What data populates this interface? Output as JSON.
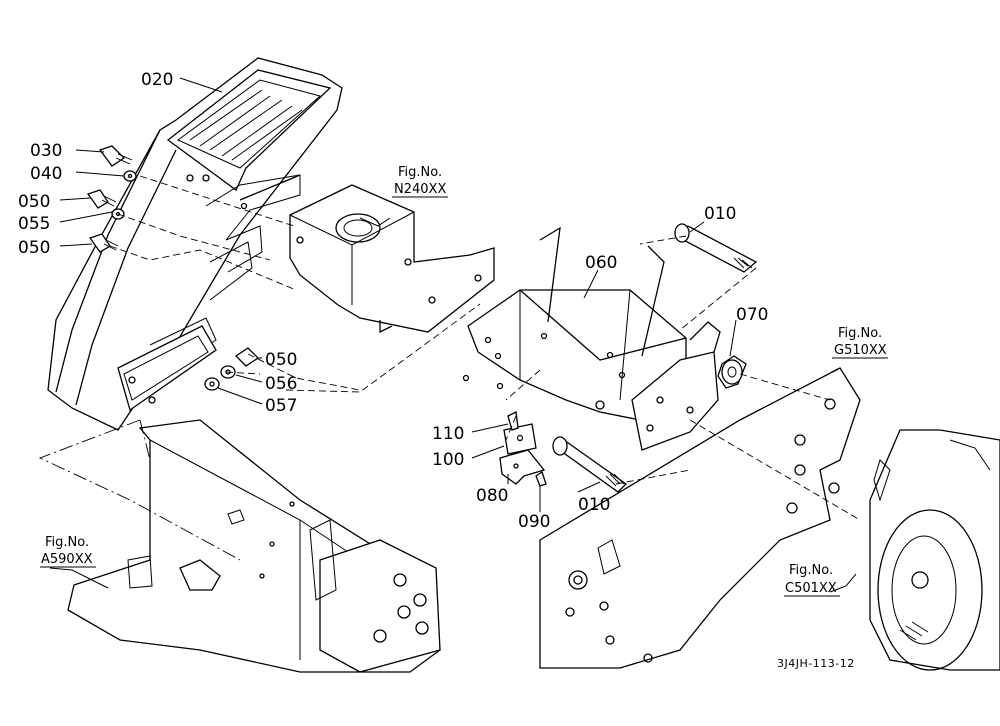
{
  "parts": [
    {
      "id": "p020",
      "number": "020"
    },
    {
      "id": "p030",
      "number": "030"
    },
    {
      "id": "p040",
      "number": "040"
    },
    {
      "id": "p050a",
      "number": "050"
    },
    {
      "id": "p055",
      "number": "055"
    },
    {
      "id": "p050b",
      "number": "050"
    },
    {
      "id": "p050c",
      "number": "050"
    },
    {
      "id": "p056",
      "number": "056"
    },
    {
      "id": "p057",
      "number": "057"
    },
    {
      "id": "p010a",
      "number": "010"
    },
    {
      "id": "p060",
      "number": "060"
    },
    {
      "id": "p070",
      "number": "070"
    },
    {
      "id": "p110",
      "number": "110"
    },
    {
      "id": "p100",
      "number": "100"
    },
    {
      "id": "p080",
      "number": "080"
    },
    {
      "id": "p010b",
      "number": "010"
    },
    {
      "id": "p090",
      "number": "090"
    }
  ],
  "figure_refs": [
    {
      "id": "n240",
      "label": "Fig.No.",
      "ref": "N240XX"
    },
    {
      "id": "g510",
      "label": "Fig.No.",
      "ref": "G510XX"
    },
    {
      "id": "a590",
      "label": "Fig.No.",
      "ref": "A590XX"
    },
    {
      "id": "c501",
      "label": "Fig.No.",
      "ref": "C501XX"
    }
  ],
  "drawing_code": "3J4JH-113-12"
}
